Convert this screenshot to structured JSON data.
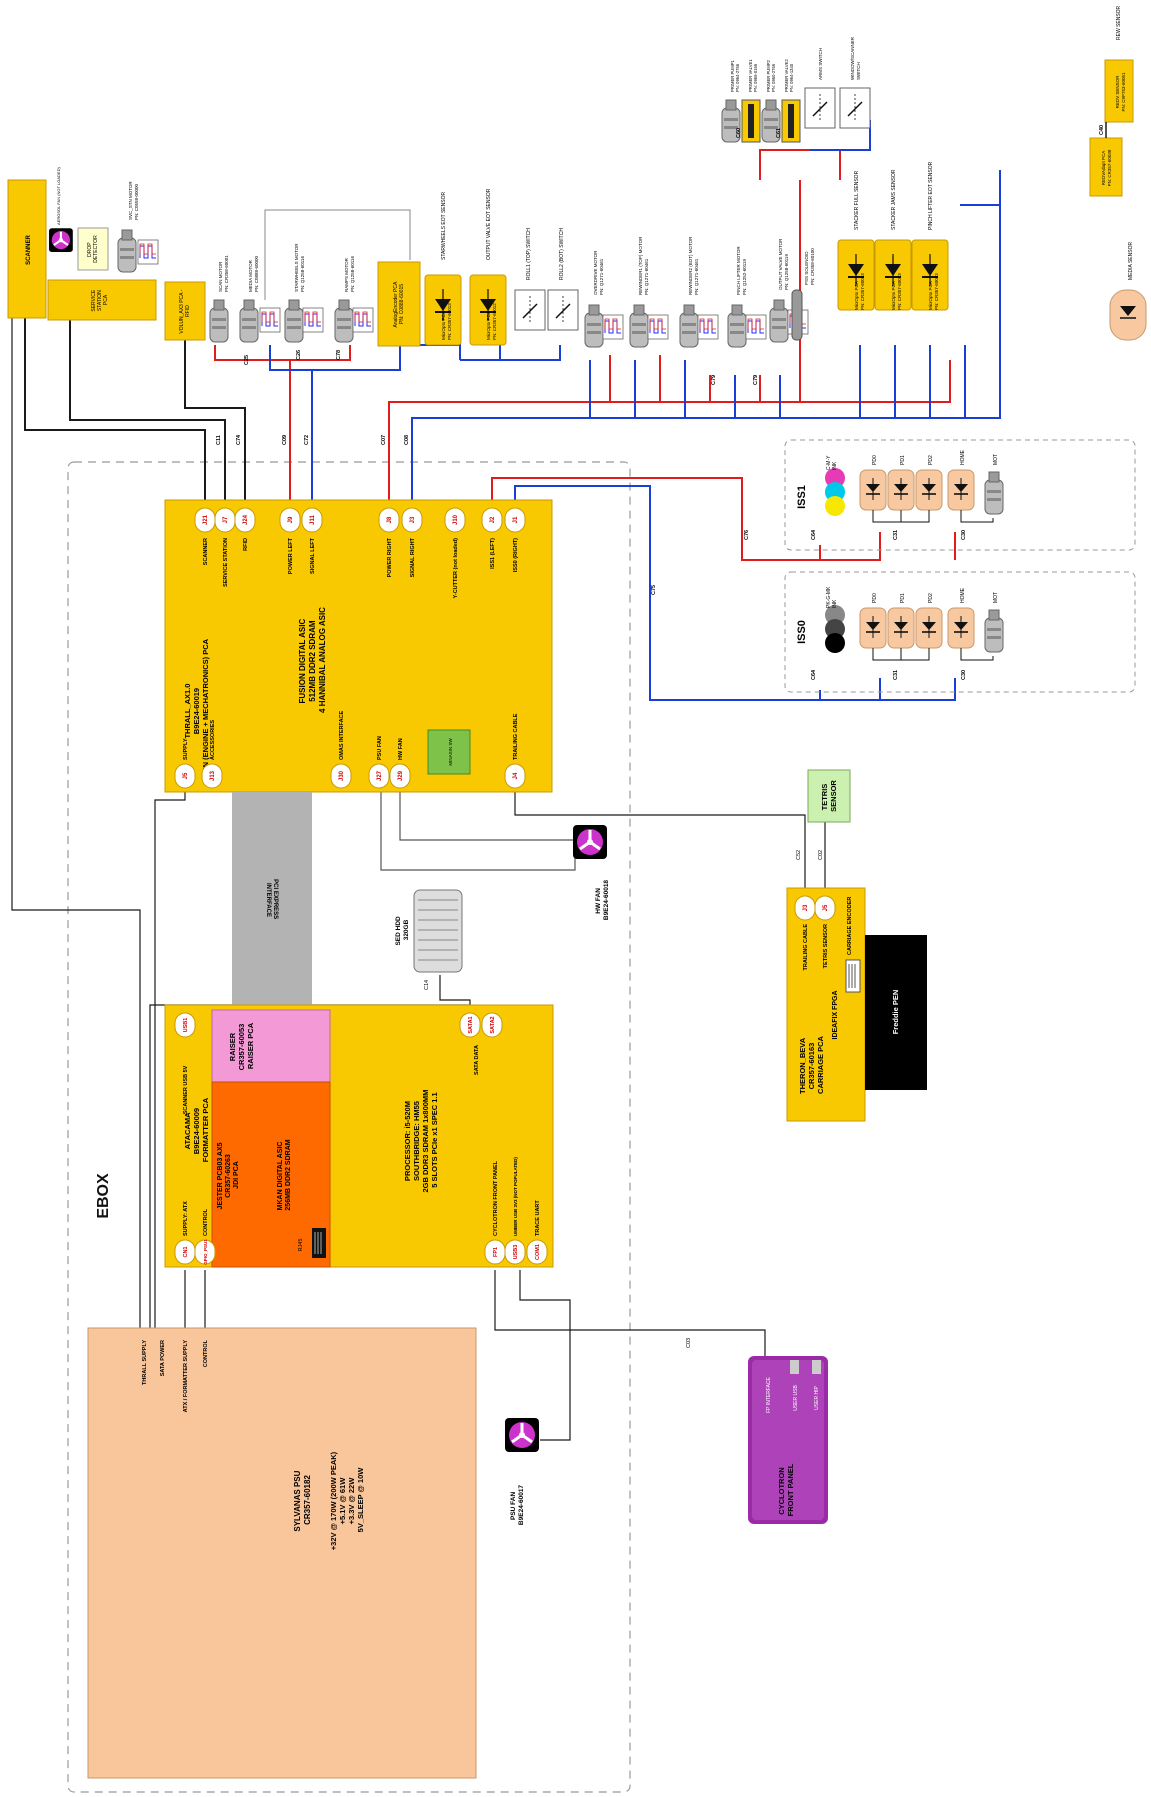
{
  "colors": {
    "board": "#f8c800",
    "board_stroke": "#c89a00",
    "wire_red": "#e21b1b",
    "wire_blue": "#1a3fd6",
    "wire_black": "#1a1a1a",
    "wire_gray": "#555555",
    "psu": "#f9c59a",
    "raiser": "#f39ad6",
    "jdi": "#ff6a00",
    "front_panel": "#9a2aa6",
    "pcie": "#b3b3b3",
    "tetris": "#ccf0b0",
    "pen": "#000000",
    "connector_text": "#d40000",
    "minasin": "#7fc24a"
  },
  "ebox": {
    "label": "EBOX"
  },
  "main_board": {
    "title": [
      "THRALL_AX1.0",
      "B9E24-60019",
      "MAIN (ENGINE + MECHATRONICS) PCA"
    ],
    "center": [
      "FUSION DIGITAL ASIC",
      "512MB DDR2 SDRAM",
      "4 HANNIBAL ANALOG ASIC"
    ],
    "minasin": "MINASIN SW",
    "connectors_top": [
      {
        "id": "J21",
        "label": "SCANNER"
      },
      {
        "id": "J7",
        "label": "SERVICE STATION"
      },
      {
        "id": "J24",
        "label": "RFID"
      },
      {
        "id": "J9",
        "label": "POWER LEFT"
      },
      {
        "id": "J11",
        "label": "SIGNAL LEFT"
      },
      {
        "id": "J8",
        "label": "POWER RIGHT"
      },
      {
        "id": "J3",
        "label": "SIGNAL RIGHT"
      },
      {
        "id": "J10",
        "label": "Y-CUTTER (not loaded)"
      },
      {
        "id": "J2",
        "label": "ISS1 (LEFT)"
      },
      {
        "id": "J1",
        "label": "ISS0 (RIGHT)"
      }
    ],
    "connectors_bottom": [
      {
        "id": "J5",
        "label": "SUPPLY"
      },
      {
        "id": "J13",
        "label": "ACCESSORIES"
      },
      {
        "id": "J30",
        "label": "OMAS INTERFACE"
      },
      {
        "id": "J27",
        "label": "PSU FAN"
      },
      {
        "id": "J29",
        "label": "HW FAN"
      },
      {
        "id": "J4",
        "label": "TRAILING CABLE"
      }
    ]
  },
  "formatter_board": {
    "title": [
      "ATACAMA",
      "B9E24-60009",
      "FORMATTER PCA"
    ],
    "processor": [
      "PROCESSOR: i5-520M",
      "SOUTHBRIDGE: HM55",
      "2GB DDR3 SDRAM 1x800MM",
      "5 SLOTS PCIe x1 SPEC 1.1"
    ],
    "raiser": [
      "RAISER",
      "CR357-60053",
      "RAISER PCA"
    ],
    "jdi": [
      "JESTER PCB03 AX5",
      "CR357-60263",
      "JDI PCA"
    ],
    "jdi_asic": [
      "MKAN DIGITAL ASIC",
      "256MB DDR2 SDRAM"
    ],
    "rj45": "RJ45",
    "connectors_top": [
      {
        "id": "USB1",
        "label": "SCANNER USB 5V"
      },
      {
        "id": "SATA1",
        "label": "SATA DATA"
      },
      {
        "id": "SATA2",
        "label": ""
      }
    ],
    "connectors_bottom": [
      {
        "id": "CN1",
        "label": "SUPPLY: ATX"
      },
      {
        "id": "GPIO_PSU1",
        "label": "CONTROL"
      },
      {
        "id": "FP1",
        "label": "CYCLOTRON FRONT PANEL"
      },
      {
        "id": "USB3",
        "label": "UMBER USB 3V3 (NOT POPULATED)"
      },
      {
        "id": "COM1",
        "label": "TRACE UART"
      }
    ]
  },
  "pcie": {
    "label": [
      "PCI EXPRESS",
      "INTERFACE"
    ]
  },
  "hdd": {
    "label": [
      "SED HDD",
      "320GB"
    ],
    "cable": "C14"
  },
  "psu": {
    "title": [
      "SYLVANAS PSU",
      "CR357-60182"
    ],
    "specs": [
      "+32V @ 170W (200W PEAK)",
      "+5.1V @ 61W",
      "+3.3V @ 22W",
      "5V_SLEEP @ 10W"
    ],
    "outputs": [
      "THRALL SUPPLY",
      "SATA POWER",
      "ATX / FORMATTER SUPPLY",
      "CONTROL"
    ]
  },
  "psu_fan": {
    "label": [
      "PSU FAN",
      "B9E24-60017"
    ]
  },
  "hw_fan": {
    "label": [
      "HW FAN",
      "B9E24-60018"
    ]
  },
  "front_panel": {
    "label": [
      "CYCLOTRON",
      "FRONT PANEL"
    ],
    "interface": "FP INTERFACE",
    "usb": [
      "USER USB",
      "USER HIP"
    ],
    "cable": "C03"
  },
  "carriage": {
    "title": [
      "THERON_BEVA",
      "CR357-60163",
      "CARRIAGE PCA"
    ],
    "fpga": "IDEAFIX FPGA",
    "connectors": [
      {
        "id": "J3",
        "label": "TRAILING CABLE"
      },
      {
        "id": "J5",
        "label": "TETRIS SENSOR"
      }
    ],
    "encoder": "CARRIAGE ENCODER",
    "pen": "Freddie PEN",
    "cables": [
      "C52",
      "C02"
    ]
  },
  "tetris": {
    "label": [
      "TETRIS",
      "SENSOR"
    ]
  },
  "scanner": {
    "label": "SCANNER"
  },
  "service_station": {
    "label": [
      "SERVICE",
      "STATION",
      "PCA"
    ]
  },
  "aerosol_fan": {
    "label": "AEROSOL FAN (NOT LOADED)"
  },
  "drop_detector": {
    "label": [
      "DROP",
      "DETECTOR"
    ]
  },
  "svc_stn_motor": {
    "label": [
      "SVC_STN MOTOR",
      "PN: C0558-00000"
    ]
  },
  "rfid": {
    "label": [
      "VOLUN_AX3 PCA -",
      "RFID"
    ]
  },
  "analog_encoder": {
    "label": [
      "AnalogEncoder PCA",
      "PN: C0888-60015"
    ]
  },
  "top_motors": [
    {
      "label": [
        "SCAN MOTOR",
        "PN: CR358-60001"
      ]
    },
    {
      "label": [
        "MEDIA MOTOR",
        "PN: C0888-60000"
      ]
    },
    {
      "label": [
        "STARWHEELS MOTOR",
        "PN: Q1258-60116"
      ]
    },
    {
      "label": [
        "RAMPS MOTOR",
        "PN: Q1258-60116"
      ]
    }
  ],
  "top_sensors": [
    {
      "label": "STARWHEELS EOT SENSOR",
      "pca": [
        "MicrOpto PCA",
        "PN: CR357-60013"
      ]
    },
    {
      "label": "OUTPUT VALVE EOT SENSOR",
      "pca": [
        "MicrOpto PCA",
        "PN: CR357-60012"
      ]
    }
  ],
  "switches": [
    {
      "label": "ROLL1 (TOP) SWITCH"
    },
    {
      "label": "ROLL2 (BOT) SWITCH"
    }
  ],
  "right_motors": [
    {
      "label": [
        "OVERDRIVE MOTOR",
        "PN: Q1271-60461"
      ]
    },
    {
      "label": [
        "REWINDER1 (TOP) MOTOR",
        "PN: Q1271-60461"
      ]
    },
    {
      "label": [
        "REWINDER2 (BOT) MOTOR",
        "PN: Q1271-60461"
      ]
    },
    {
      "label": [
        "PINCH LIFTER MOTOR",
        "PN: Q1252-60119"
      ]
    },
    {
      "label": [
        "OUTPUT VALVE MOTOR",
        "PN: Q1258-60119"
      ]
    }
  ],
  "pss": {
    "label": [
      "PSS SOLENOID",
      "PN: CR358-60100"
    ]
  },
  "primer": [
    {
      "label": [
        "PRIMER PUMP1",
        "PN: 0964-2766"
      ]
    },
    {
      "label": [
        "PRIMER VALVE1",
        "PN: 0965-0166"
      ]
    },
    {
      "label": [
        "PRIMER PUMP2",
        "PN: 0960-2766"
      ]
    },
    {
      "label": [
        "PRIMER VALVE2",
        "PN: 0964-1340"
      ]
    }
  ],
  "arms_switch": {
    "label": "ARMS SWITCH"
  },
  "window_switch": {
    "label": [
      "WINDOW/SCANNER",
      "SWITCH"
    ]
  },
  "right_sensors": [
    {
      "label": "STACKER FULL SENSOR",
      "pca": [
        "MicrOpto PCA",
        "PN: CR357-60013"
      ]
    },
    {
      "label": "STACKER JAMS SENSOR",
      "pca": [
        "MicrOpto PCA",
        "PN: CR357-60013"
      ]
    },
    {
      "label": "PINCH LIFTER EOT SENSOR",
      "pca": [
        "MicrOpto PCA",
        "PN: CR357-60013"
      ]
    }
  ],
  "media_sensor": {
    "label": "MEDIA SENSOR"
  },
  "rewi_sensor": {
    "label": "REW SENSOR",
    "box": [
      "REDV SENSOR",
      "PN: C9P753-60051"
    ]
  },
  "rewi_adapt": {
    "label": [
      "REDVAdapt PCA",
      "PN: CR357-60038"
    ]
  },
  "iss1": {
    "label": "ISS1",
    "ink": [
      "C-M-Y",
      "INK"
    ],
    "pds": [
      "PD0",
      "PD1",
      "PD2"
    ],
    "home": "HOME",
    "mot": "MOT",
    "cables": [
      "C64",
      "C31",
      "C30"
    ]
  },
  "iss0": {
    "label": "ISS0",
    "ink": [
      "PK-G-MK",
      "INK"
    ],
    "pds": [
      "PD0",
      "PD1",
      "PD2"
    ],
    "home": "HOME",
    "mot": "MOT",
    "cables": [
      "C64",
      "C31",
      "C30"
    ]
  },
  "cables": {
    "c11": "C11",
    "c74": "C74",
    "c25": "C25",
    "c26": "C26",
    "c78": "C78",
    "c09": "C09",
    "c72": "C72",
    "c07": "C07",
    "c08": "C08",
    "c79a": "C79",
    "c79b": "C79",
    "c60": "C60",
    "c61": "C61",
    "c40": "C40",
    "c76": "C76",
    "c75": "C75"
  }
}
